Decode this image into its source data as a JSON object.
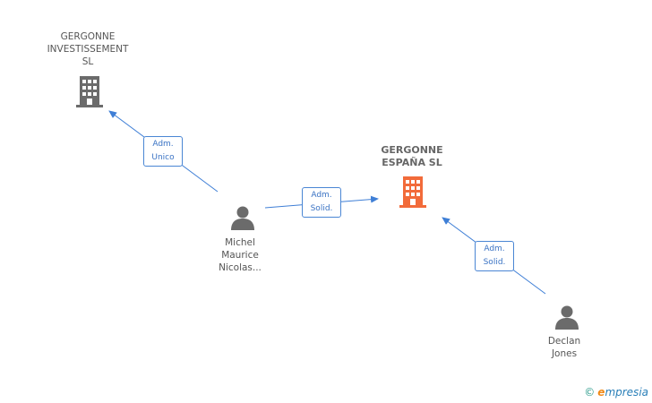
{
  "nodes": {
    "gergonne_investissement": {
      "lines": [
        "GERGONNE",
        "INVESTISSEMENT",
        "SL"
      ],
      "icon": "building-icon",
      "color": "#6b6b6b"
    },
    "gergonne_espana": {
      "lines": [
        "GERGONNE",
        "ESPAÑA SL"
      ],
      "icon": "building-icon",
      "color": "#f26b3a"
    },
    "michel": {
      "lines": [
        "Michel",
        "Maurice",
        "Nicolas..."
      ],
      "icon": "person-icon",
      "color": "#6b6b6b"
    },
    "declan": {
      "lines": [
        "Declan",
        "Jones"
      ],
      "icon": "person-icon",
      "color": "#6b6b6b"
    }
  },
  "edges": [
    {
      "label": [
        "Adm.",
        "Unico"
      ]
    },
    {
      "label": [
        "Adm.",
        "Solid."
      ]
    },
    {
      "label": [
        "Adm.",
        "Solid."
      ]
    }
  ],
  "brand": {
    "copyright": "©",
    "initial": "e",
    "name": "mpresia"
  },
  "colors": {
    "edge": "#3f7fd6",
    "badge_border": "#4a86d4"
  }
}
